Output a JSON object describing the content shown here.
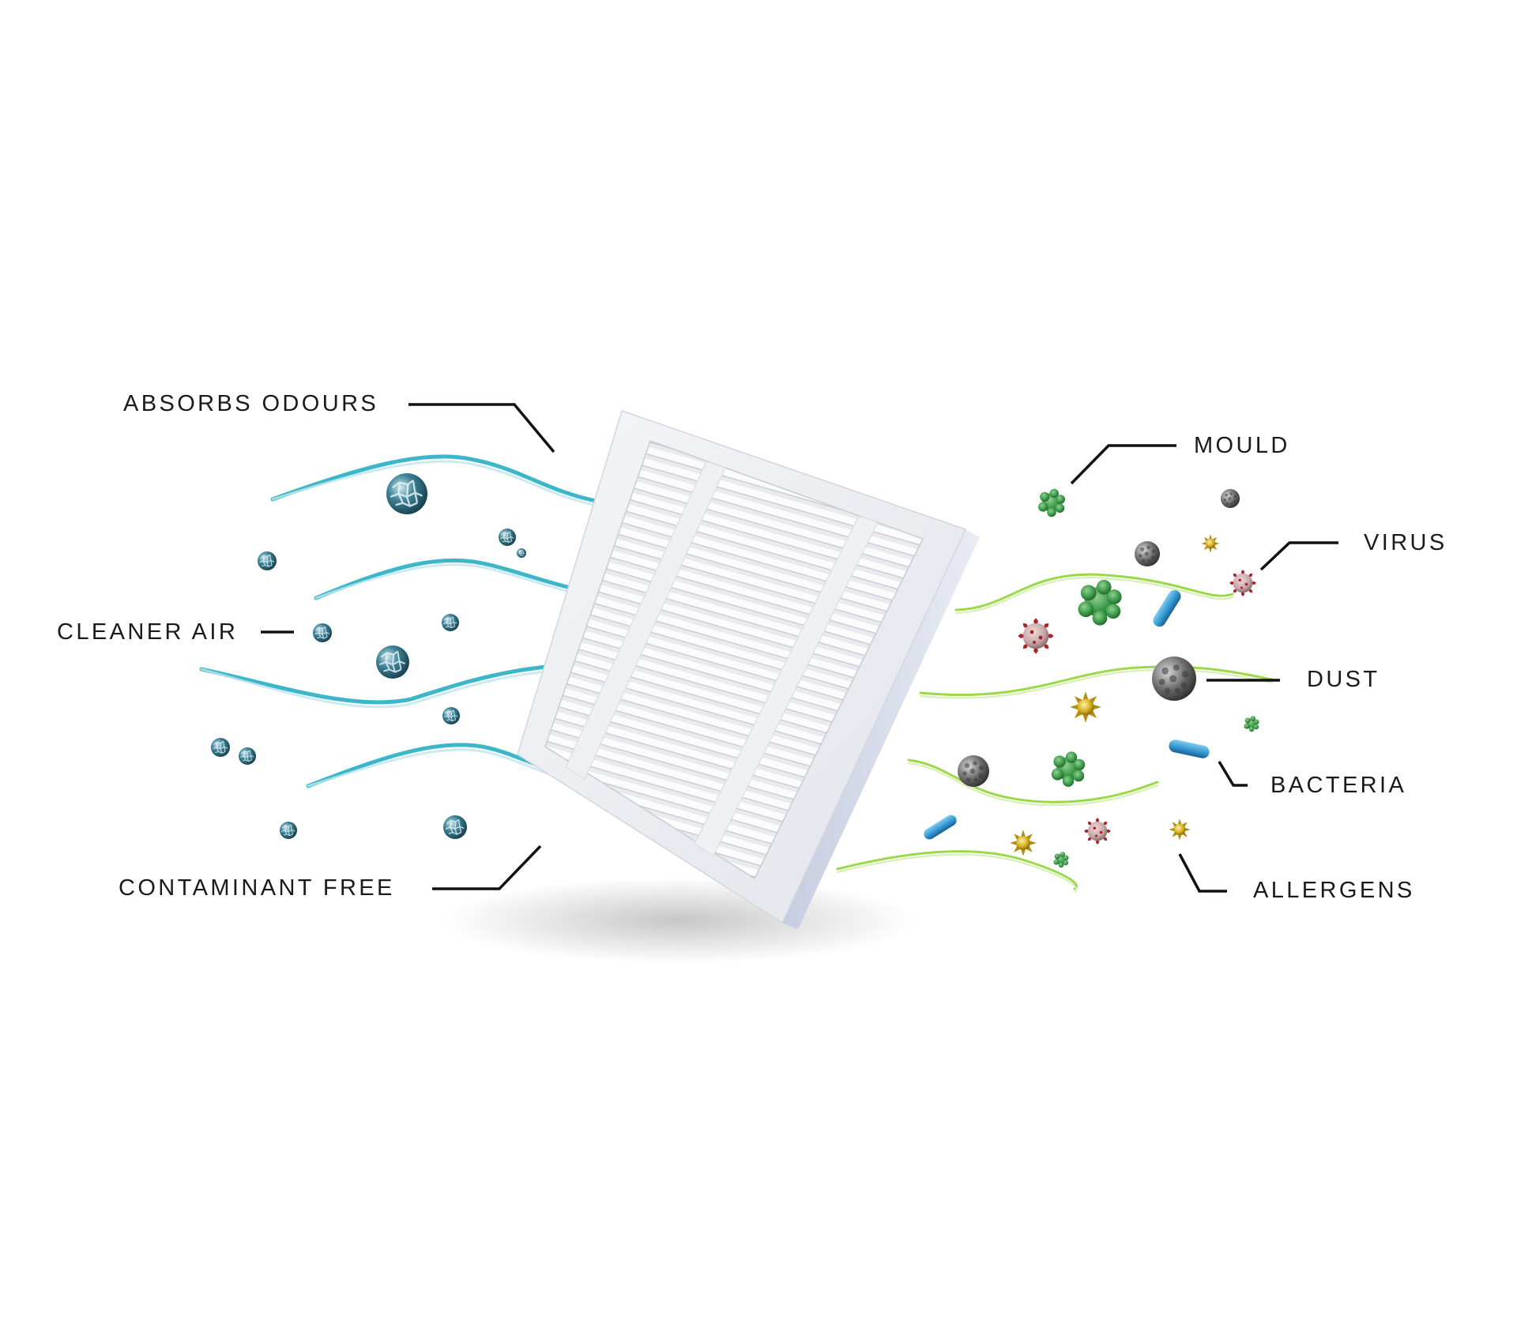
{
  "labels": {
    "absorbs_odours": "ABSORBS ODOURS",
    "cleaner_air": "CLEANER AIR",
    "contaminant_free": "CONTAMINANT FREE",
    "mould": "MOULD",
    "virus": "VIRUS",
    "dust": "DUST",
    "bacteria": "BACTERIA",
    "allergens": "ALLERGENS"
  },
  "colors": {
    "clean_air_stream": "#3bb7c9",
    "dirty_air_stream": "#9bd84a",
    "carbon_particle": "#2b6e80",
    "mould": "#3c9a4a",
    "virus": "#a8232a",
    "dust": "#6d6d6d",
    "bacteria": "#3a9fd6",
    "allergen": "#c9a415",
    "leader_line": "#111111"
  },
  "icons": [
    "filter-panel",
    "carbon-particle-icon",
    "mould-icon",
    "virus-icon",
    "dust-icon",
    "bacteria-icon",
    "allergen-icon"
  ]
}
